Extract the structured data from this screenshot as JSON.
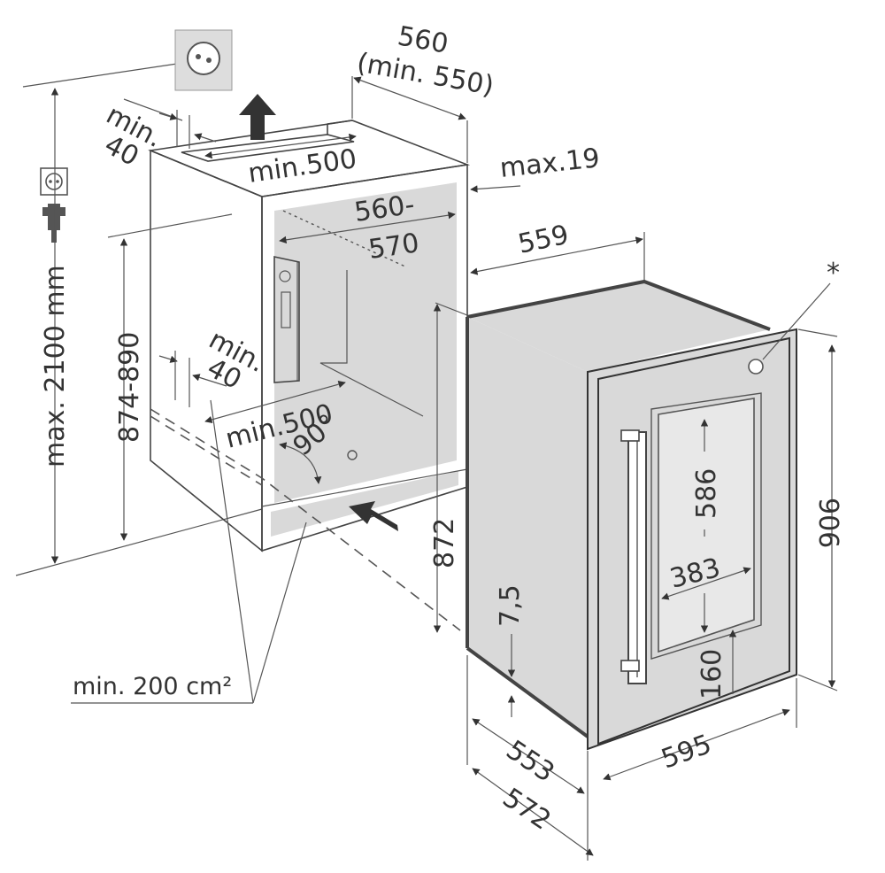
{
  "dimensions": {
    "top_width": "560",
    "top_width_min": "(min. 550)",
    "min_40_top_a": "min.",
    "min_40_top_b": "40",
    "min_500_top": "min.500",
    "max_19": "max.19",
    "depth_560": "560-",
    "depth_570": "570",
    "width_559": "559",
    "height_874_890": "874-890",
    "max_2100": "max. 2100 mm",
    "min_40_side_a": "min.",
    "min_40_side_b": "40",
    "min_500_bottom": "min.500",
    "angle_90": "90°",
    "height_872": "872",
    "offset_7_5": "7,5",
    "glass_586": "586",
    "glass_383": "383",
    "base_160": "160",
    "height_906": "906",
    "depth_553": "553",
    "depth_572": "572",
    "width_595": "595",
    "vent_area": "min. 200 cm²",
    "asterisk": "*"
  },
  "icons": {
    "wall_socket": "wall-socket-icon",
    "socket_symbol": "socket-symbol-icon",
    "plug": "plug-icon",
    "airflow_up": "arrow-up-icon",
    "airflow_in": "arrow-in-icon",
    "door_sensor": "sensor-dot-icon"
  }
}
